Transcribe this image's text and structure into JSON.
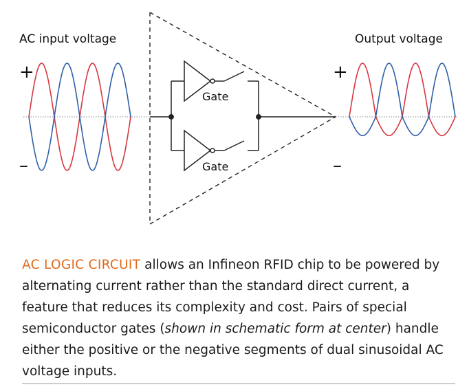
{
  "figure": {
    "input_label": "AC input voltage",
    "output_label": "Output voltage",
    "plus_sign": "+",
    "minus_sign": "–",
    "gate_labels": [
      "Gate",
      "Gate"
    ],
    "colors": {
      "positive_wave": "#d6363f",
      "negative_wave": "#2f5fa8",
      "lines": "#222222",
      "baseline": "#8a8a8a"
    }
  },
  "caption": {
    "lead": "AC LOGIC CIRCUIT",
    "part1": " allows an Infineon RFID chip to be powered by alternating current rather than the standard direct current, a feature that reduces its complexity and cost. Pairs of special semiconductor gates (",
    "emphasis": "shown in schematic form at center",
    "part2": ") handle either the positive or the negative segments of dual sinusoidal AC voltage inputs.",
    "accent_color": "#e06a1b"
  }
}
